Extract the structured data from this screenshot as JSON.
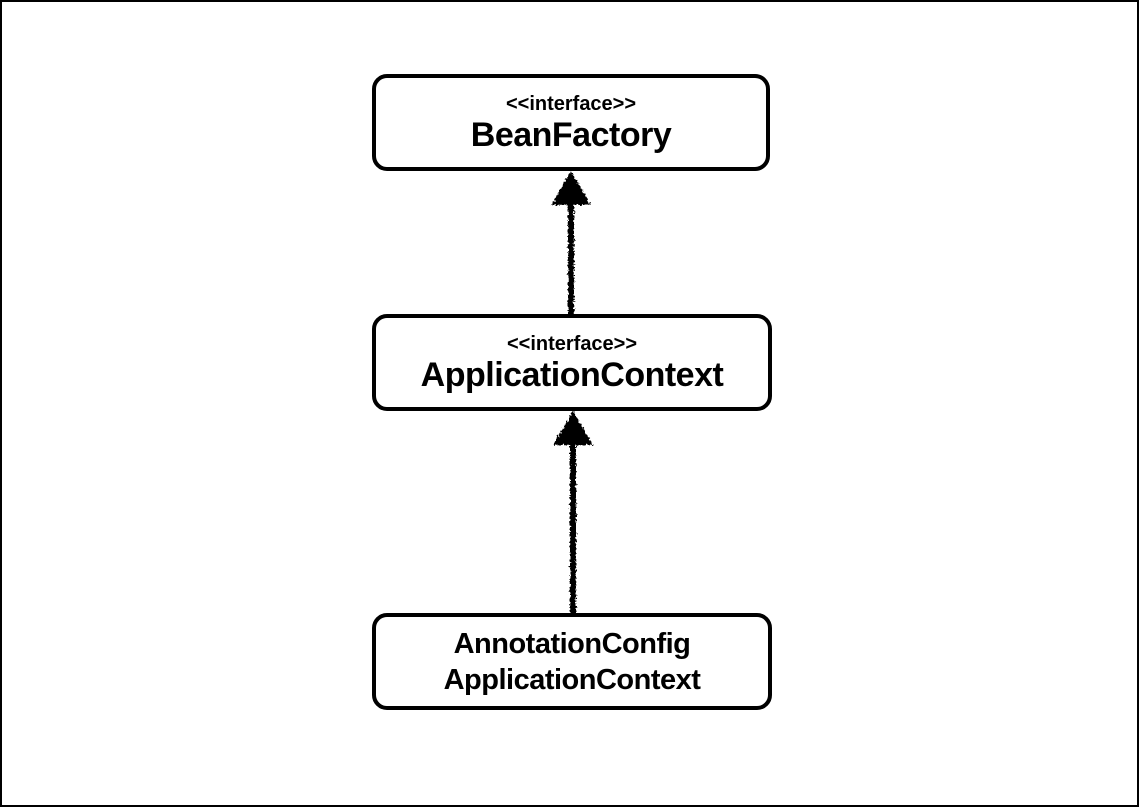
{
  "diagram": {
    "type": "uml-class-inheritance",
    "colors": {
      "background": "#ffffff",
      "stroke": "#000000",
      "text": "#000000"
    },
    "nodes": [
      {
        "id": "bean-factory",
        "stereotype": "<<interface>>",
        "name": "BeanFactory"
      },
      {
        "id": "application-context",
        "stereotype": "<<interface>>",
        "name": "ApplicationContext"
      },
      {
        "id": "annotation-config-application-context",
        "name_lines": [
          "AnnotationConfig",
          "ApplicationContext"
        ]
      }
    ],
    "edges": [
      {
        "from": "application-context",
        "to": "bean-factory",
        "type": "inheritance-arrow",
        "direction": "up"
      },
      {
        "from": "annotation-config-application-context",
        "to": "application-context",
        "type": "inheritance-arrow",
        "direction": "up"
      }
    ]
  }
}
